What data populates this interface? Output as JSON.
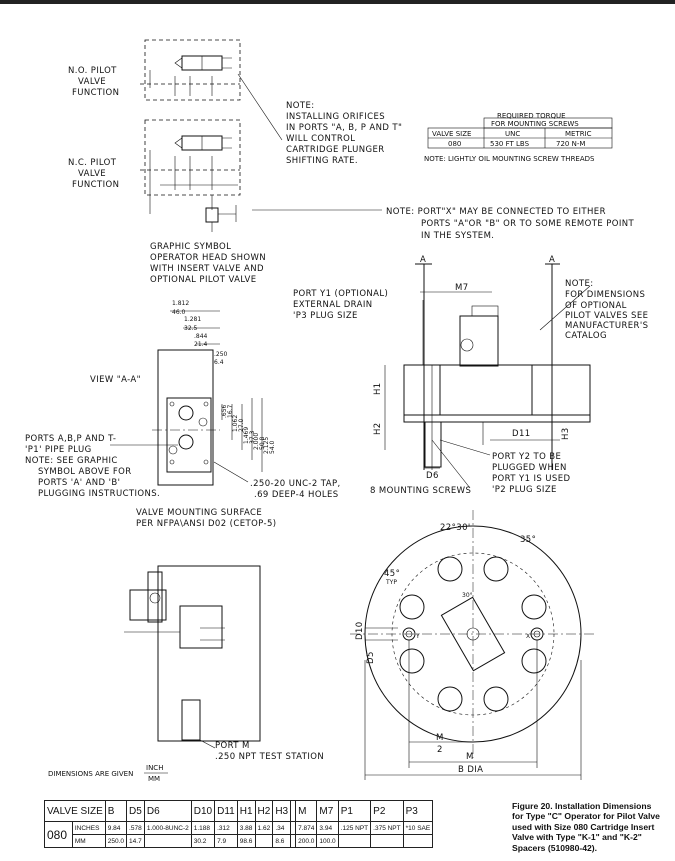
{
  "schematic": {
    "no_label": [
      "N.O. PILOT",
      "VALVE",
      "FUNCTION"
    ],
    "nc_label": [
      "N.C. PILOT",
      "VALVE",
      "FUNCTION"
    ],
    "graphic_note": [
      "GRAPHIC SYMBOL",
      "OPERATOR HEAD SHOWN",
      "WITH INSERT VALVE AND",
      "OPTIONAL PILOT VALVE"
    ],
    "orifice_note": [
      "NOTE:",
      "INSTALLING ORIFICES",
      "IN PORTS \"A, B, P AND T\"",
      "WILL CONTROL",
      "CARTRIDGE PLUNGER",
      "SHIFTING RATE."
    ],
    "port_x_note": [
      "NOTE: PORT\"X\" MAY BE CONNECTED TO EITHER",
      "PORTS \"A\"OR \"B\" OR TO SOME REMOTE POINT",
      "IN THE SYSTEM."
    ]
  },
  "torque": {
    "title": [
      "REQUIRED TORQUE",
      "FOR MOUNTING SCREWS"
    ],
    "headers": [
      "VALVE SIZE",
      "UNC",
      "METRIC"
    ],
    "row": [
      "080",
      "530 FT LBS",
      "720 N-M"
    ],
    "note": "NOTE: LIGHTLY OIL MOUNTING SCREW THREADS"
  },
  "view_a": {
    "title": "VIEW \"A-A\"",
    "dims_top": [
      "1.812",
      "46.0",
      "1.281",
      "32.5",
      ".844",
      "21.4",
      ".250",
      "6.4"
    ],
    "dims_side": [
      ".656",
      "16.7",
      "1.062",
      "27.0",
      "1.469",
      "37.3",
      "2.000",
      "50.8",
      "2.125",
      "54.0"
    ],
    "ports_note": [
      "PORTS A,B,P AND T-",
      "'P1' PIPE PLUG",
      "NOTE: SEE GRAPHIC",
      "SYMBOL ABOVE FOR",
      "PORTS 'A' AND 'B'",
      "PLUGGING INSTRUCTIONS."
    ],
    "tap_note": [
      ".250-20 UNC-2 TAP,",
      ".69 DEEP-4 HOLES"
    ],
    "surface_note": [
      "VALVE MOUNTING SURFACE",
      "PER NFPA\\ANSI D02 (CETOP-5)"
    ]
  },
  "side_view": {
    "y1_note": [
      "PORT Y1 (OPTIONAL)",
      "EXTERNAL DRAIN",
      "'P3 PLUG SIZE"
    ],
    "optional_note": [
      "NOTE:",
      "FOR DIMENSIONS",
      "OF OPTIONAL",
      "PILOT VALVES SEE",
      "MANUFACTURER'S",
      "CATALOG"
    ],
    "y2_note": [
      "PORT Y2 TO BE",
      "PLUGGED WHEN",
      "PORT Y1 IS USED",
      "'P2 PLUG SIZE"
    ],
    "screws_note": "8 MOUNTING SCREWS",
    "labels": [
      "A",
      "A",
      "M7",
      "H1",
      "H2",
      "D11",
      "D6",
      "H3"
    ]
  },
  "bottom": {
    "port_m": [
      "PORT M",
      ".250 NPT TEST STATION"
    ],
    "dims_given": "DIMENSIONS ARE GIVEN",
    "unit_top": "INCH",
    "unit_bottom": "MM",
    "angles": [
      "22°30'",
      "35°",
      "45°",
      "TYP",
      "30°"
    ],
    "labels": [
      "D10",
      "D5",
      "M",
      "2",
      "M",
      "B DIA",
      "Y",
      "X"
    ]
  },
  "spec_table": {
    "headers": [
      "VALVE SIZE",
      "B",
      "D5",
      "D6",
      "D10",
      "D11",
      "H1",
      "H2",
      "H3",
      "",
      "M",
      "M7",
      "P1",
      "P2",
      "P3"
    ],
    "size": "080",
    "inch_label": "INCHES",
    "mm_label": "MM",
    "inch_row": [
      "9.84",
      ".578",
      "1.000-8UNC-2",
      "1.188",
      ".312",
      "3.88",
      "1.62",
      ".34",
      "",
      "7.874",
      "3.94",
      ".125 NPT",
      ".375 NPT",
      "*10 SAE"
    ],
    "mm_row": [
      "250.0",
      "14.7",
      "",
      "30.2",
      "7.9",
      "98.6",
      "",
      "8.6",
      "",
      "200.0",
      "100.0",
      "",
      "",
      ""
    ]
  },
  "caption": "Figure 20. Installation Dimensions for Type \"C\" Operator for Pilot Valve used with Size 080 Cartridge Insert Valve with Type \"K-1\" and \"K-2\" Spacers (510980-42)."
}
